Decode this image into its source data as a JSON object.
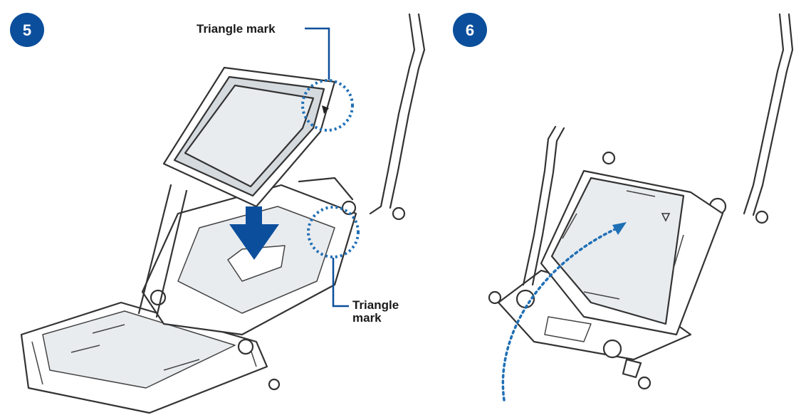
{
  "steps": [
    {
      "number": "5"
    },
    {
      "number": "6"
    }
  ],
  "callouts": {
    "top": "Triangle mark",
    "bottom_line1": "Triangle",
    "bottom_line2": "mark"
  },
  "colors": {
    "accent_blue": "#0b4f9c",
    "dotted_blue": "#1f6fb5",
    "line_gray": "#333333"
  }
}
